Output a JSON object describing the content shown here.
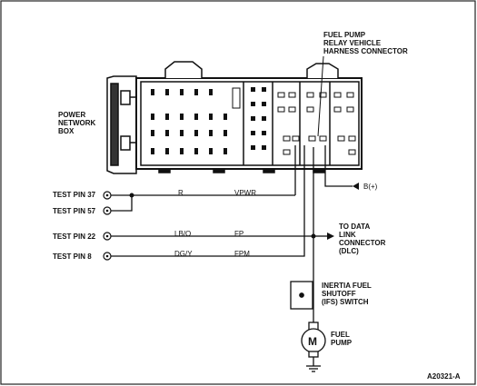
{
  "labels": {
    "relay_connector": [
      "FUEL PUMP",
      "RELAY VEHICLE",
      "HARNESS CONNECTOR"
    ],
    "power_network_box": [
      "POWER",
      "NETWORK",
      "BOX"
    ],
    "test_pin_37": "TEST PIN 37",
    "test_pin_57": "TEST PIN 57",
    "test_pin_22": "TEST PIN 22",
    "test_pin_8": "TEST PIN 8",
    "battery": "B(+)",
    "dlc": [
      "TO DATA",
      "LINK",
      "CONNECTOR",
      "(DLC)"
    ],
    "ifs_switch": [
      "INERTIA FUEL",
      "SHUTOFF",
      "(IFS) SWITCH"
    ],
    "fuel_pump": [
      "FUEL",
      "PUMP"
    ],
    "figure_id": "A20321-A"
  },
  "wires": {
    "r": "R",
    "vpwr": "VPWR",
    "lbo": "LB/O",
    "fp": "FP",
    "dgy": "DG/Y",
    "fpm": "FPM"
  },
  "icons": [
    "test-pin-connector-icon",
    "ground-symbol-icon",
    "motor-icon",
    "switch-icon"
  ]
}
